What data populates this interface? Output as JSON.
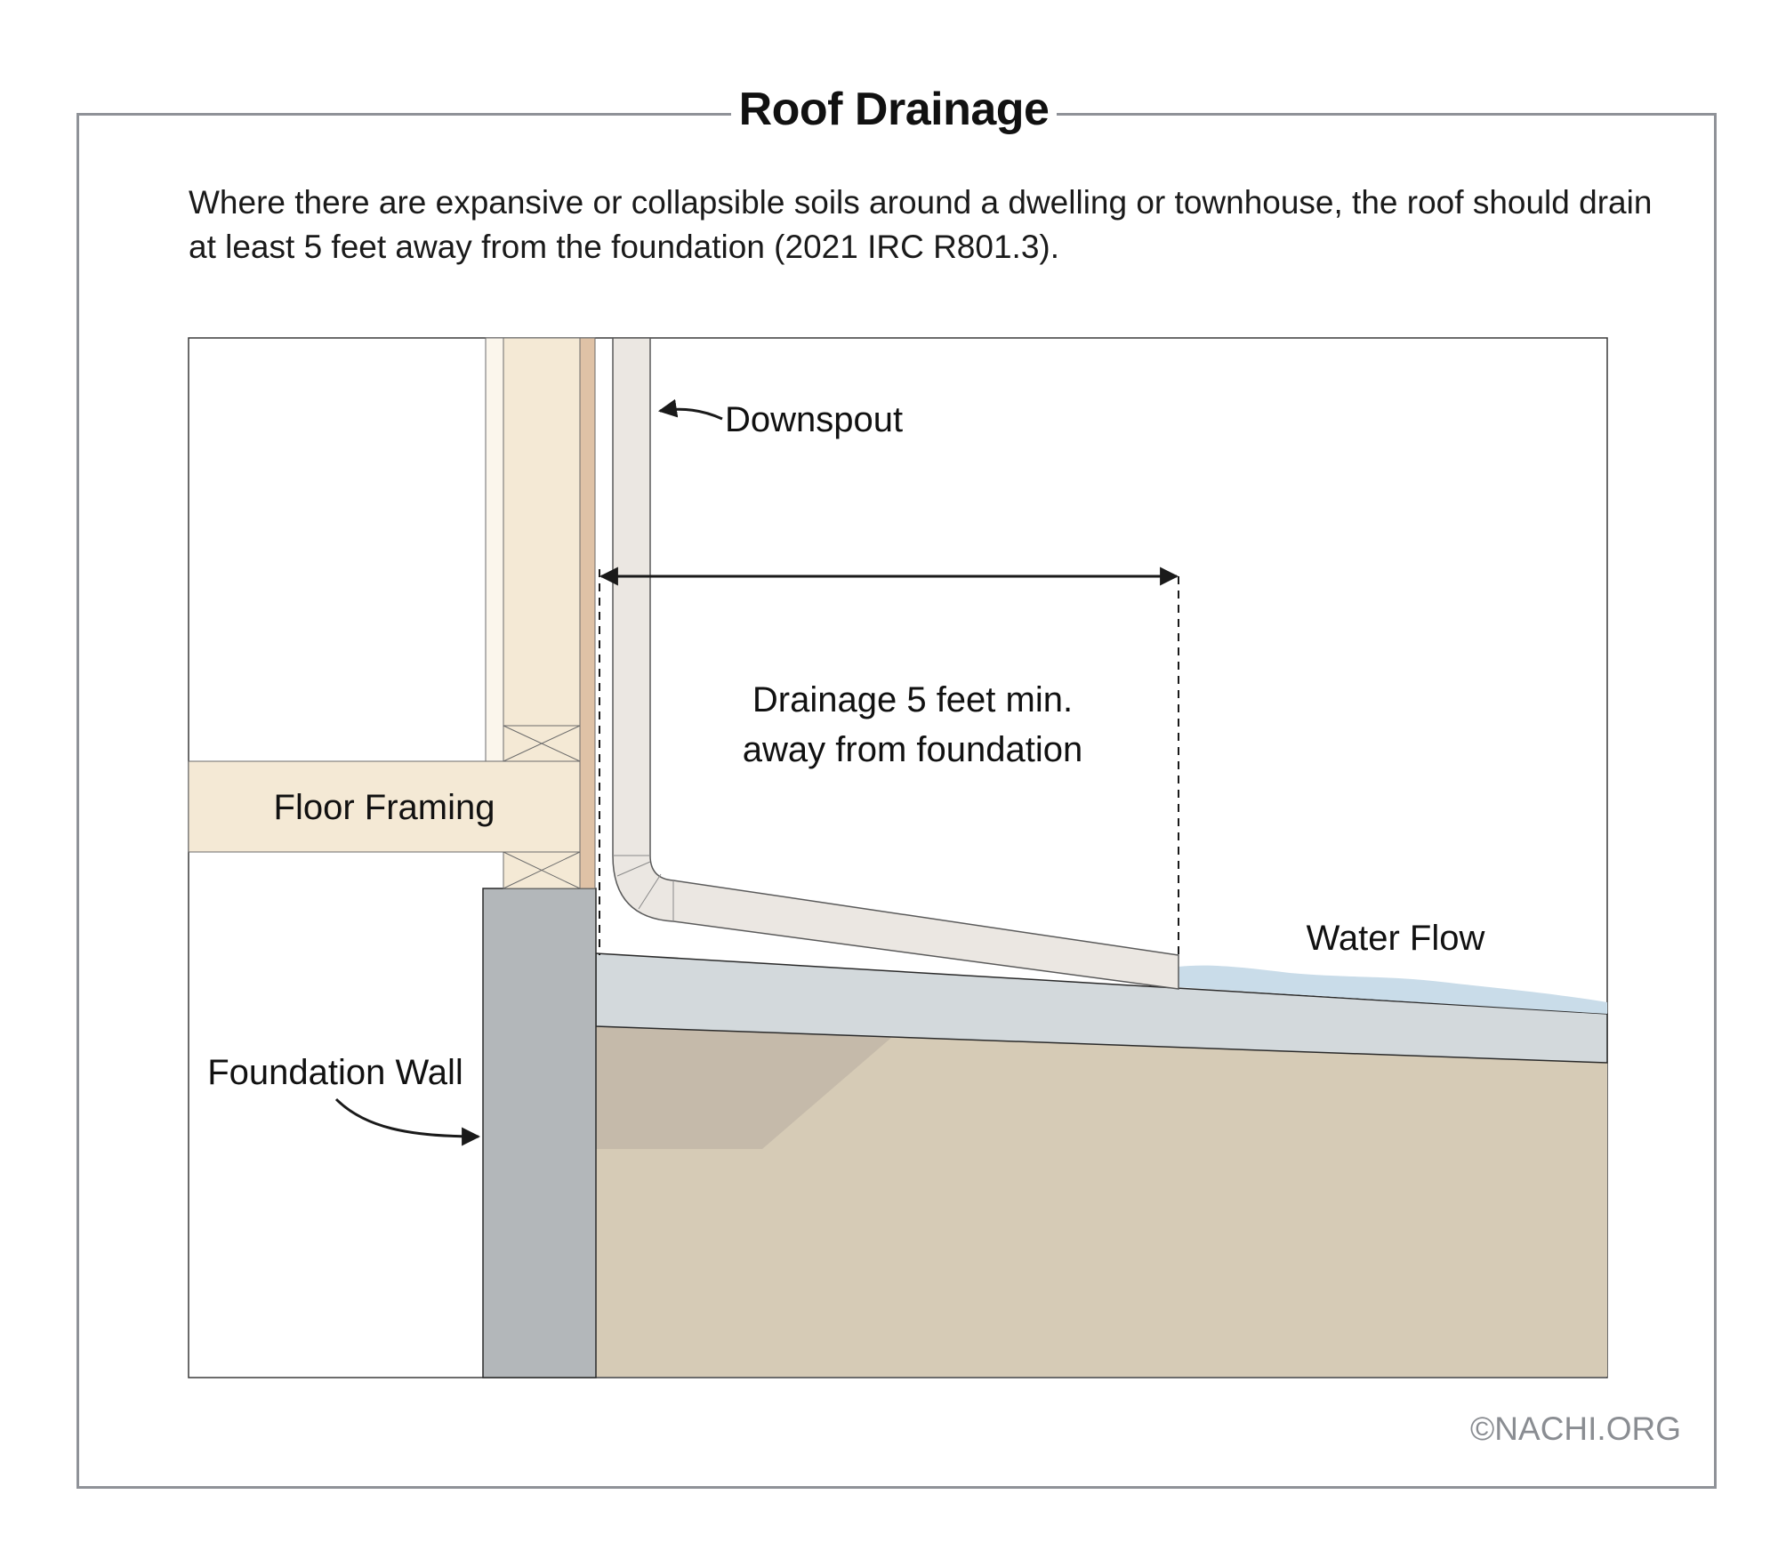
{
  "title": "Roof Drainage",
  "description": "Where there are expansive or collapsible soils around a dwelling or townhouse, the roof should drain at least 5 feet away from the foundation (2021 IRC R801.3).",
  "labels": {
    "downspout": "Downspout",
    "drainage_line1": "Drainage 5 feet min.",
    "drainage_line2": "away from foundation",
    "floor_framing": "Floor Framing",
    "water_flow": "Water Flow",
    "foundation_wall": "Foundation Wall"
  },
  "copyright": "©NACHI.ORG",
  "colors": {
    "frame": "#8f9298",
    "wood_light": "#f4e9d5",
    "sheathing": "#dfc2a6",
    "concrete": "#b3b7ba",
    "grade_surface": "#d3d9dc",
    "soil": "#d6cbb6",
    "soil_dark": "#c5baaa",
    "downspout": "#ebe7e2",
    "water": "#c9dce9"
  }
}
